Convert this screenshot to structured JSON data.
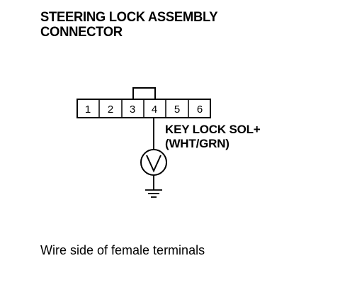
{
  "title": {
    "line1": "STEERING LOCK ASSEMBLY",
    "line2": "CONNECTOR"
  },
  "connector": {
    "pins": [
      "1",
      "2",
      "3",
      "4",
      "5",
      "6"
    ],
    "probed_pin": "4"
  },
  "wire_label": {
    "line1": "KEY LOCK SOL+",
    "line2": "(WHT/GRN)"
  },
  "meter": {
    "symbol": "V"
  },
  "caption": "Wire side of female terminals"
}
